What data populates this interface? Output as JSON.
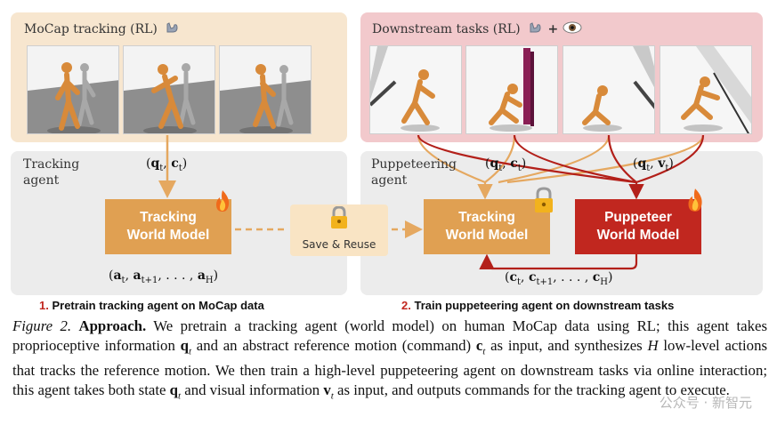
{
  "top_left": {
    "title": "MoCap tracking (RL)",
    "icon": "flexed-arm-icon"
  },
  "top_right": {
    "title": "Downstream tasks (RL)",
    "icons": [
      "flexed-arm-icon",
      "eye-icon"
    ],
    "plus": "+"
  },
  "bottom_left": {
    "agent_label_line1": "Tracking",
    "agent_label_line2": "agent",
    "wm_line1": "Tracking",
    "wm_line2": "World Model",
    "input_math": "(q_t, c_t)",
    "output_math": "(a_t, a_{t+1}, ..., a_H)"
  },
  "save_reuse": {
    "label": "Save & Reuse",
    "icon": "lock-icon"
  },
  "bottom_right": {
    "agent_label_line1": "Puppeteering",
    "agent_label_line2": "agent",
    "tracking_wm_line1": "Tracking",
    "tracking_wm_line2": "World Model",
    "puppeteer_wm_line1": "Puppeteer",
    "puppeteer_wm_line2": "World Model",
    "input_left_math": "(q_t, c_t)",
    "input_right_math": "(q_t, v_t)",
    "output_math": "(c_t, c_{t+1}, ..., c_H)"
  },
  "step1": {
    "num": "1.",
    "text": "Pretrain tracking agent on MoCap data"
  },
  "step2": {
    "num": "2.",
    "text": "Train puppeteering agent on downstream tasks"
  },
  "caption": {
    "fig_label": "Figure 2.",
    "heading": "Approach.",
    "s1": " We pretrain a tracking agent (world model) on human MoCap data using RL; this agent takes proprioceptive information ",
    "s2": " and an abstract reference motion (command) ",
    "s3": " as input, and synthesizes ",
    "s4": " low-level actions that tracks the reference motion. We then train a high-level puppeteering agent on downstream tasks via online interaction; this agent takes both state ",
    "s5": " and visual information ",
    "s6": " as input, and outputs commands for the tracking agent to execute."
  },
  "watermark": "公众号 · 新智元",
  "colors": {
    "orange": "#e0a052",
    "red": "#c1271f",
    "panel_gray": "#ececec",
    "panel_tan": "#f7e6cf",
    "panel_pink": "#f2c9cc"
  }
}
